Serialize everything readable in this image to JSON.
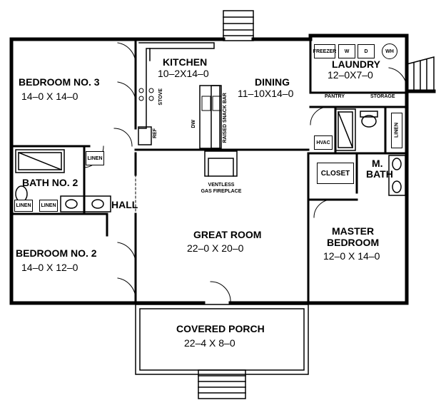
{
  "rooms": {
    "bedroom3": {
      "name": "BEDROOM NO. 3",
      "dims": "14–0  X  14–0"
    },
    "kitchen": {
      "name": "KITCHEN",
      "dims": "10–2X14–0"
    },
    "dining": {
      "name": "DINING",
      "dims": "11–10X14–0"
    },
    "laundry": {
      "name": "LAUNDRY",
      "dims": "12–0X7–0"
    },
    "bath2": {
      "name": "BATH NO. 2"
    },
    "hall": {
      "name": "HALL"
    },
    "bedroom2": {
      "name": "BEDROOM NO. 2",
      "dims": "14–0  X  12–0"
    },
    "great_room": {
      "name": "GREAT ROOM",
      "dims": "22–0  X  20–0"
    },
    "master_bedroom": {
      "name_line1": "MASTER",
      "name_line2": "BEDROOM",
      "dims": "12–0  X  14–0"
    },
    "m_bath": {
      "line1": "M.",
      "line2": "BATH"
    },
    "closet": {
      "name": "CLOSET"
    },
    "covered_porch": {
      "name": "COVERED PORCH",
      "dims": "22–4  X  8–0"
    }
  },
  "fixtures": {
    "fireplace_line1": "VENTLESS",
    "fireplace_line2": "GAS FIREPLACE",
    "linen": "LINEN",
    "pantry": "PANTRY",
    "storage": "STORAGE",
    "hvac": "HVAC",
    "freezer": "FREEZER",
    "washer": "W",
    "dryer": "D",
    "water_heater": "WH",
    "stove": "STOVE",
    "ref": "REF",
    "dw": "DW",
    "snack_bar": "RAISED SNACK BAR"
  }
}
